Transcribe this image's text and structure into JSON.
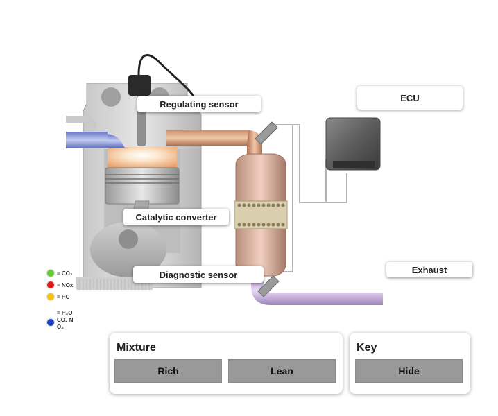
{
  "labels": {
    "regulating_sensor": "Regulating sensor",
    "ecu": "ECU",
    "catalytic_converter": "Catalytic converter",
    "diagnostic_sensor": "Diagnostic sensor",
    "exhaust": "Exhaust"
  },
  "legend": [
    {
      "symbol": "CO₂",
      "color": "#66cc33",
      "icon": "green-dot"
    },
    {
      "symbol": "NOx",
      "color": "#e02020",
      "icon": "red-dot"
    },
    {
      "symbol": "HC",
      "color": "#f2c40f",
      "icon": "yellow-dot"
    },
    {
      "symbol": "H₂O CO₂ N O₂",
      "color": "#1c3fc4",
      "icon": "blue-dot"
    }
  ],
  "mixture_panel": {
    "title": "Mixture",
    "rich_label": "Rich",
    "lean_label": "Lean"
  },
  "key_panel": {
    "title": "Key",
    "hide_label": "Hide"
  },
  "colors": {
    "button": "#999999",
    "intake": "#8c9adb",
    "exhaust_hot": "#d9a07a",
    "exhaust_clean": "#c9b3e0"
  }
}
